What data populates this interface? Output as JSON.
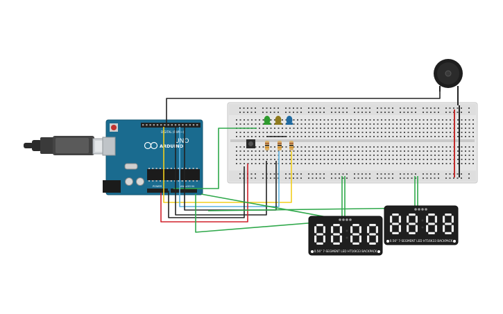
{
  "arduino": {
    "brand": "ARDUINO",
    "model": "UNO",
    "digital_header_label": "DIGITAL (PWM~)",
    "power_label": "POWER",
    "analog_label": "ANALOG IN",
    "colors": {
      "board": "#1a6b8f",
      "header": "#202020",
      "chip": "#1b1b1b"
    }
  },
  "breadboard": {
    "colors": {
      "body": "#e6e6e6",
      "hole": "#555555",
      "rail_red": "#c42a2a",
      "rail_black": "#222222"
    }
  },
  "leds": [
    {
      "name": "led-green",
      "color": "#2e9b2e"
    },
    {
      "name": "led-yellow",
      "color": "#8f7a1e"
    },
    {
      "name": "led-blue",
      "color": "#1f6aa0"
    }
  ],
  "displays": [
    {
      "name": "display-left",
      "digits": [
        "8",
        "8",
        "8",
        "8"
      ],
      "caption": "0.56\" 7-SEGMENT LED HT16K33 BACKPACK"
    },
    {
      "name": "display-right",
      "digits": [
        "8",
        "8",
        "8",
        "8"
      ],
      "caption": "0.56\" 7-SEGMENT LED HT16K33 BACKPACK"
    }
  ],
  "wire_colors": {
    "black": "#222222",
    "red": "#d0202a",
    "green": "#2ea84a",
    "yellow": "#f2cf1d",
    "blue": "#5fb3e0"
  }
}
